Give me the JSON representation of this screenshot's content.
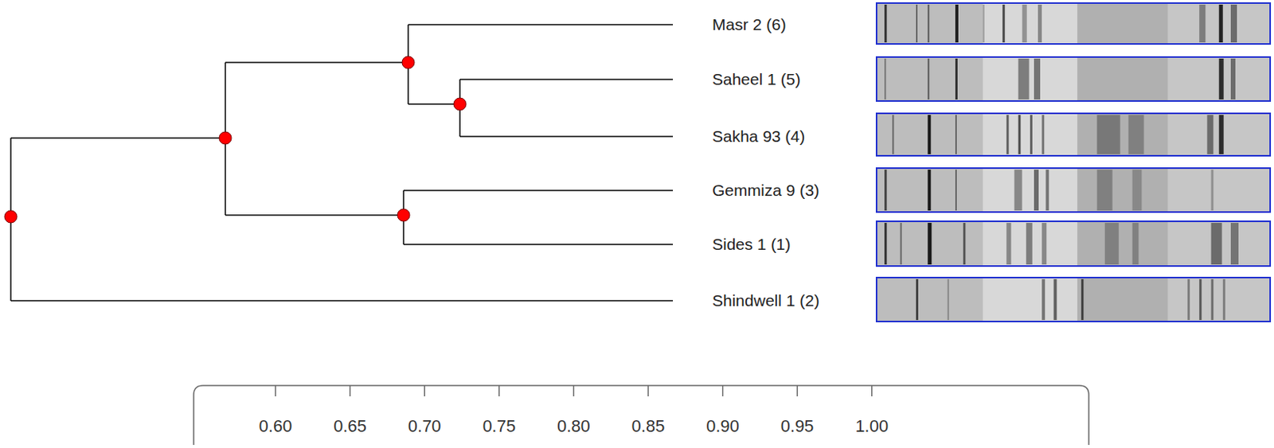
{
  "diagram": {
    "labels": [
      "Masr 2 (6)",
      "Saheel 1 (5)",
      "Sakha 93 (4)",
      "Gemmiza 9 (3)",
      "Sides 1 (1)",
      "Shindwell 1 (2)",
      "0.60",
      "0.65",
      "0.70",
      "0.75",
      "0.80",
      "0.85",
      "0.90",
      "0.95",
      "1.00"
    ]
  }
}
